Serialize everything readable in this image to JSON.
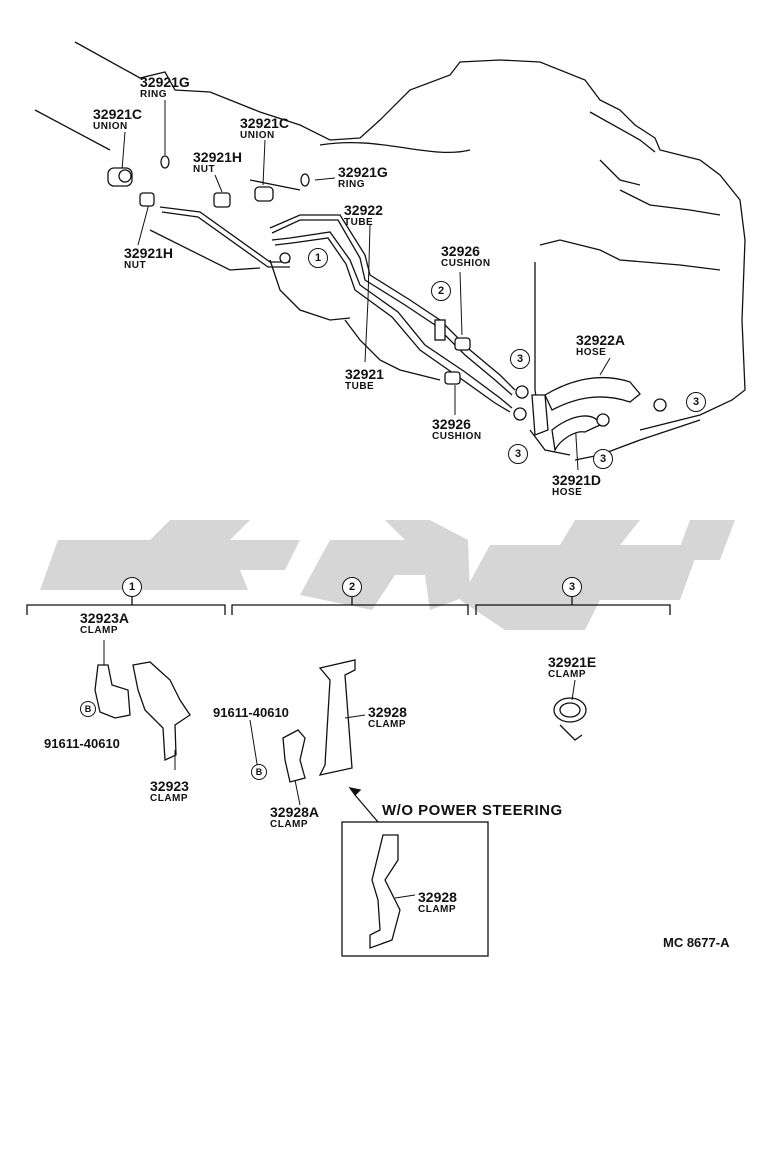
{
  "parts": {
    "ring_top": {
      "number": "32921G",
      "name": "RING"
    },
    "union_left": {
      "number": "32921C",
      "name": "UNION"
    },
    "union_mid": {
      "number": "32921C",
      "name": "UNION"
    },
    "nut_mid": {
      "number": "32921H",
      "name": "NUT"
    },
    "ring_right": {
      "number": "32921G",
      "name": "RING"
    },
    "tube_upper": {
      "number": "32922",
      "name": "TUBE"
    },
    "nut_left": {
      "number": "32921H",
      "name": "NUT"
    },
    "cushion_upper": {
      "number": "32926",
      "name": "CUSHION"
    },
    "hose_a": {
      "number": "32922A",
      "name": "HOSE"
    },
    "tube_lower": {
      "number": "32921",
      "name": "TUBE"
    },
    "cushion_lower": {
      "number": "32926",
      "name": "CUSHION"
    },
    "hose_d": {
      "number": "32921D",
      "name": "HOSE"
    },
    "clamp_23a": {
      "number": "32923A",
      "name": "CLAMP"
    },
    "clamp_23": {
      "number": "32923",
      "name": "CLAMP"
    },
    "clamp_28": {
      "number": "32928",
      "name": "CLAMP"
    },
    "clamp_28a": {
      "number": "32928A",
      "name": "CLAMP"
    },
    "clamp_21e": {
      "number": "32921E",
      "name": "CLAMP"
    },
    "clamp_28_wo": {
      "number": "32928",
      "name": "CLAMP"
    }
  },
  "bolts": {
    "left": {
      "marker": "B",
      "number": "91611-40610"
    },
    "mid": {
      "marker": "B",
      "number": "91611-40610"
    }
  },
  "callouts": {
    "c1": "1",
    "c2": "2",
    "c3": "3"
  },
  "groups": {
    "g1": "1",
    "g2": "2",
    "g3": "3"
  },
  "note": "W/O POWER STEERING",
  "diagram_code": "MC 8677-A",
  "watermark_color": "#d4d4d4"
}
